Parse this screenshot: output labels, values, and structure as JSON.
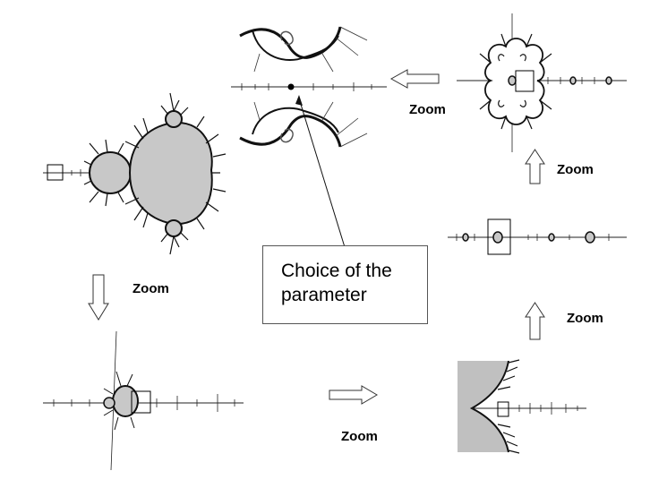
{
  "zoom_labels": {
    "top_center": "Zoom",
    "right_upper": "Zoom",
    "left_middle": "Zoom",
    "right_lower": "Zoom",
    "bottom_center": "Zoom"
  },
  "callout": {
    "line1": "Choice of the",
    "line2": "parameter"
  },
  "colors": {
    "set_fill": "#c8c8c8",
    "outline": "#111111",
    "shading": "#c0c0c0",
    "box_border": "#555555",
    "background": "#ffffff"
  }
}
